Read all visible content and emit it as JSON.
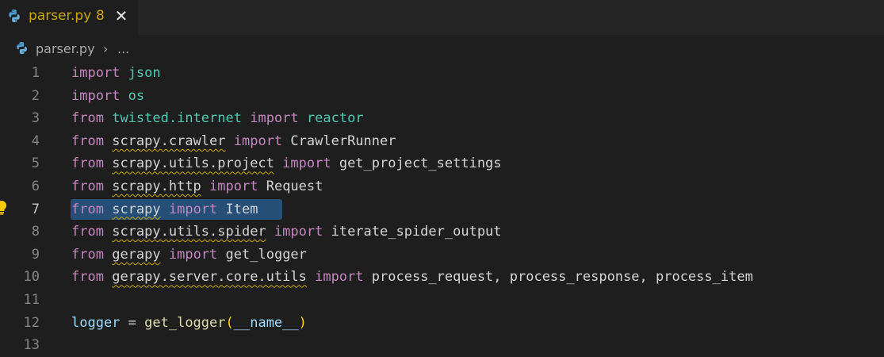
{
  "tab": {
    "filename": "parser.py",
    "problem_count": "8",
    "close_glyph": "✕",
    "icon": "python-file-icon"
  },
  "breadcrumb": {
    "file": "parser.py",
    "separator": "›",
    "more": "..."
  },
  "colors": {
    "keyword": "#c586c0",
    "module": "#4ec9b0",
    "warning": "#cca700",
    "selection": "#264f78"
  },
  "line_numbers": [
    "1",
    "2",
    "3",
    "4",
    "5",
    "6",
    "7",
    "8",
    "9",
    "10",
    "11",
    "12",
    "13"
  ],
  "active_line": "7",
  "code": {
    "l1": {
      "kw1": "import",
      "mod": "json"
    },
    "l2": {
      "kw1": "import",
      "mod": "os"
    },
    "l3": {
      "kw1": "from",
      "mod": "twisted.internet",
      "kw2": "import",
      "name": "reactor"
    },
    "l4": {
      "kw1": "from",
      "mod": "scrapy.crawler",
      "kw2": "import",
      "name": "CrawlerRunner"
    },
    "l5": {
      "kw1": "from",
      "mod": "scrapy.utils.project",
      "kw2": "import",
      "name": "get_project_settings"
    },
    "l6": {
      "kw1": "from",
      "mod": "scrapy.http",
      "kw2": "import",
      "name": "Request"
    },
    "l7": {
      "kw1": "from",
      "mod": "scrapy",
      "kw2": "import",
      "name": "Item"
    },
    "l8": {
      "kw1": "from",
      "mod": "scrapy.utils.spider",
      "kw2": "import",
      "name": "iterate_spider_output"
    },
    "l9": {
      "kw1": "from",
      "mod": "gerapy",
      "kw2": "import",
      "name": "get_logger"
    },
    "l10": {
      "kw1": "from",
      "mod": "gerapy.server.core.utils",
      "kw2": "import",
      "name": "process_request, process_response, process_item"
    },
    "l12": {
      "var": "logger",
      "op": " = ",
      "fn": "get_logger",
      "lp": "(",
      "arg": "__name__",
      "rp": ")"
    }
  }
}
